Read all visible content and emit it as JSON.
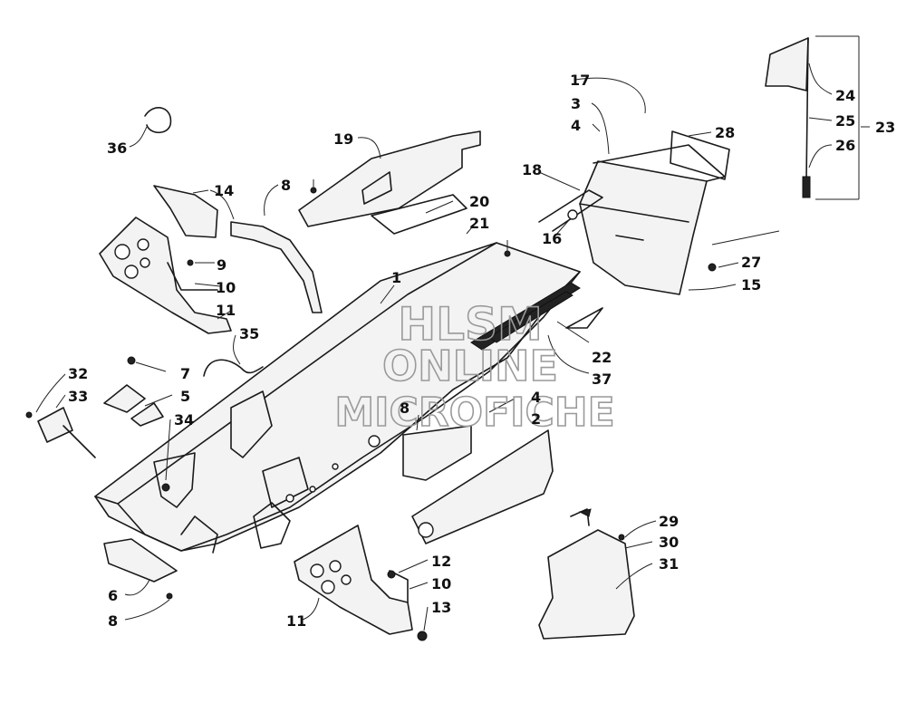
{
  "watermark": {
    "line1": "HLSM",
    "line2": "ONLINE",
    "line3": "MICROFICHE"
  },
  "callouts": {
    "c1": "1",
    "c2": "2",
    "c3": "3",
    "c4a": "4",
    "c4b": "4",
    "c5": "5",
    "c6": "6",
    "c7": "7",
    "c8a": "8",
    "c8b": "8",
    "c8c": "8",
    "c9": "9",
    "c10a": "10",
    "c10b": "10",
    "c11a": "11",
    "c11b": "11",
    "c12": "12",
    "c13": "13",
    "c14": "14",
    "c15": "15",
    "c16": "16",
    "c17": "17",
    "c18": "18",
    "c19": "19",
    "c20": "20",
    "c21": "21",
    "c22": "22",
    "c23": "23",
    "c24": "24",
    "c25": "25",
    "c26": "26",
    "c27": "27",
    "c28": "28",
    "c29": "29",
    "c30": "30",
    "c31": "31",
    "c32": "32",
    "c33": "33",
    "c34": "34",
    "c35": "35",
    "c36": "36",
    "c37": "37"
  }
}
